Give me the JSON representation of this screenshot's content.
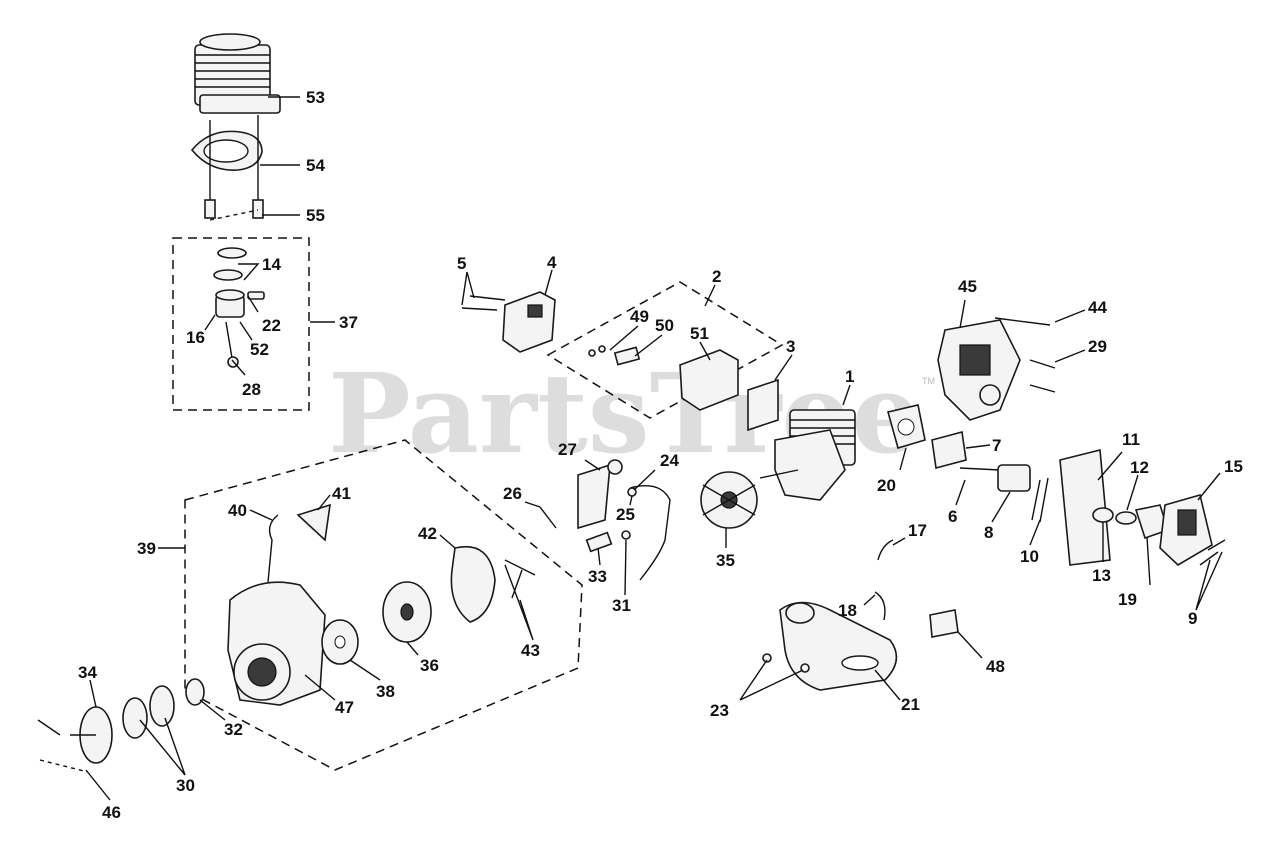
{
  "watermark": {
    "text": "PartsTree",
    "trademark": "TM"
  },
  "callouts": [
    "1",
    "2",
    "3",
    "4",
    "5",
    "6",
    "7",
    "8",
    "9",
    "10",
    "11",
    "12",
    "13",
    "14",
    "15",
    "16",
    "17",
    "18",
    "19",
    "20",
    "21",
    "22",
    "23",
    "24",
    "25",
    "26",
    "27",
    "28",
    "29",
    "30",
    "31",
    "32",
    "33",
    "34",
    "35",
    "36",
    "37",
    "38",
    "39",
    "40",
    "41",
    "42",
    "43",
    "44",
    "45",
    "46",
    "47",
    "48",
    "49",
    "50",
    "51",
    "52",
    "53",
    "54",
    "55"
  ],
  "colors": {
    "ink": "#111111",
    "watermark": "#cfcfcf",
    "background": "#ffffff"
  }
}
